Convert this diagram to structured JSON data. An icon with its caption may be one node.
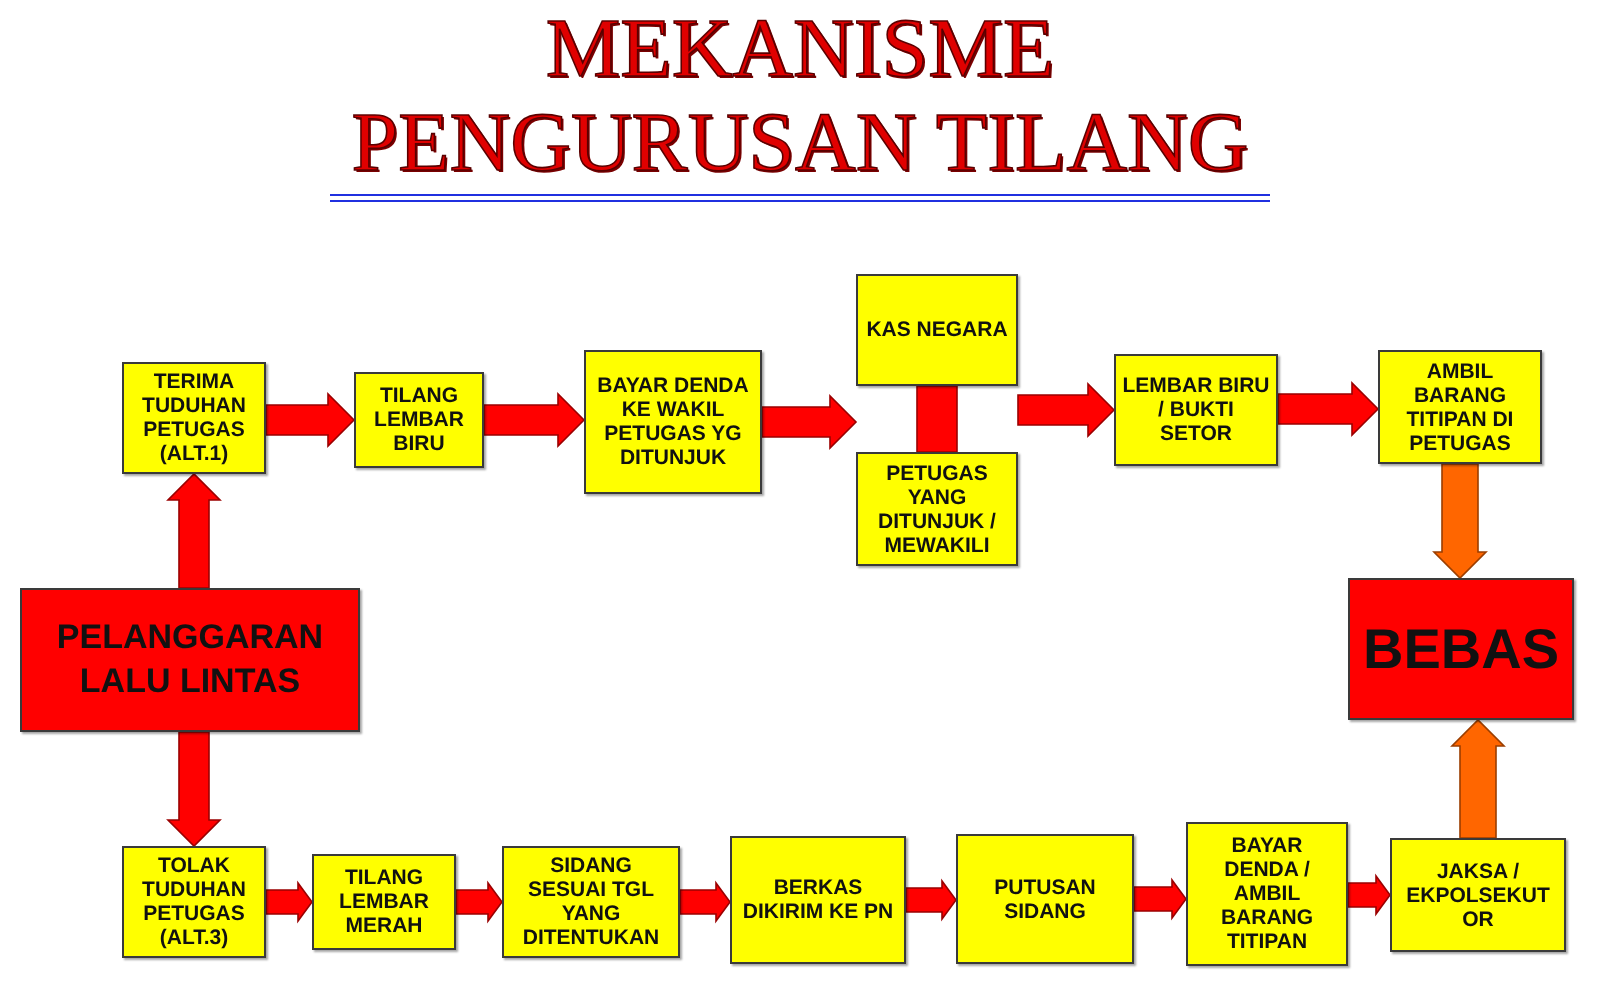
{
  "diagram": {
    "title": "MEKANISME PENGURUSAN TILANG",
    "nodes": [
      {
        "text": [
          "PELANGGARAN LALU LINTAS"
        ]
      },
      {
        "text": [
          "TERIMA TUDUHAN PETUGAS (ALT.1)"
        ]
      },
      {
        "text": [
          "TILANG LEMBAR BIRU"
        ]
      },
      {
        "text": [
          "BAYAR DENDA KE WAKIL PETUGAS YG DITUNJUK"
        ]
      },
      {
        "text": [
          "KAS NEGARA"
        ]
      },
      {
        "text": [
          "PETUGAS YANG DITUNJUK / MEWAKILI"
        ]
      },
      {
        "text": [
          "LEMBAR BIRU / BUKTI SETOR"
        ]
      },
      {
        "text": [
          "AMBIL BARANG TITIPAN DI PETUGAS"
        ]
      },
      {
        "text": [
          "BEBAS"
        ]
      },
      {
        "text": [
          "TOLAK TUDUHAN PETUGAS (ALT.3)"
        ]
      },
      {
        "text": [
          "TILANG LEMBAR MERAH"
        ]
      },
      {
        "text": [
          "SIDANG SESUAI TGL YANG DITENTUKAN"
        ]
      },
      {
        "text": [
          "BERKAS DIKIRIM KE PN"
        ]
      },
      {
        "text": [
          "PUTUSAN SIDANG"
        ]
      },
      {
        "text": [
          "BAYAR DENDA / AMBIL BARANG TITIPAN"
        ]
      },
      {
        "text": [
          "JAKSA / EKPOLSEKUT OR"
        ]
      }
    ],
    "edges": [
      {
        "from": 0,
        "to": 1,
        "arrow": "to"
      },
      {
        "from": 0,
        "to": 9,
        "arrow": "to"
      },
      {
        "from": 1,
        "to": 2,
        "arrow": "to"
      },
      {
        "from": 2,
        "to": 3,
        "arrow": "to"
      },
      {
        "from": 3,
        "to": 4,
        "arrow": "to"
      },
      {
        "from": 3,
        "to": 5,
        "arrow": "to"
      },
      {
        "from": 4,
        "to": 5,
        "arrow": "none",
        "style": "thick"
      },
      {
        "from": 4,
        "to": 6,
        "arrow": "to"
      },
      {
        "from": 5,
        "to": 6,
        "arrow": "to"
      },
      {
        "from": 6,
        "to": 7,
        "arrow": "to"
      },
      {
        "from": 7,
        "to": 8,
        "arrow": "to",
        "color": "#ff6600"
      },
      {
        "from": 9,
        "to": 10,
        "arrow": "to"
      },
      {
        "from": 10,
        "to": 11,
        "arrow": "to"
      },
      {
        "from": 11,
        "to": 12,
        "arrow": "to"
      },
      {
        "from": 12,
        "to": 13,
        "arrow": "to"
      },
      {
        "from": 13,
        "to": 14,
        "arrow": "to"
      },
      {
        "from": 14,
        "to": 15,
        "arrow": "to"
      },
      {
        "from": 15,
        "to": 8,
        "arrow": "to",
        "color": "#ff6600"
      }
    ]
  }
}
